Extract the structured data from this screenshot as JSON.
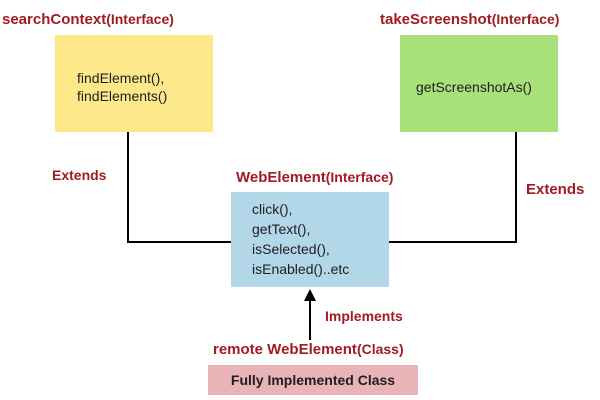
{
  "nodes": {
    "search_context": {
      "name": "searchContext",
      "kind": "(Interface)",
      "methods": [
        "findElement(),",
        "findElements()"
      ],
      "color": "#fde98a"
    },
    "take_screenshot": {
      "name": "takeScreenshot",
      "kind": "(Interface)",
      "methods": [
        "getScreenshotAs()"
      ],
      "color": "#a8e07a"
    },
    "web_element": {
      "name": "WebElement",
      "kind": "(Interface)",
      "methods": [
        "click(),",
        "getText(),",
        "isSelected(),",
        "isEnabled()..etc"
      ],
      "color": "#b2d7e8"
    },
    "remote_web_element": {
      "name": "remote WebElement",
      "kind": "(Class)",
      "label": "Fully Implemented Class",
      "color": "#e8b4b7"
    }
  },
  "edges": {
    "left_extends": "Extends",
    "right_extends": "Extends",
    "implements": "Implements"
  },
  "colors": {
    "title": "#a11b22",
    "connector": "#000000"
  }
}
